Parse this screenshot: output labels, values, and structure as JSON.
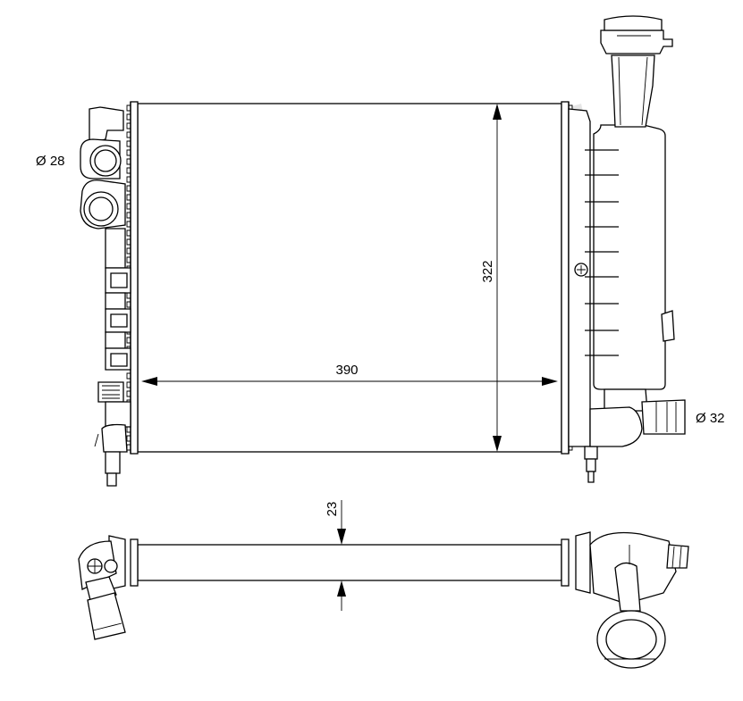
{
  "diagram": {
    "dimensions": {
      "width": "390",
      "height": "322",
      "core_thickness": "23"
    },
    "labels": {
      "inlet_diameter": "Ø 28",
      "outlet_diameter": "Ø 32"
    },
    "colors": {
      "line": "#000000",
      "background": "#ffffff",
      "watermark": "#e6e6e6"
    }
  }
}
